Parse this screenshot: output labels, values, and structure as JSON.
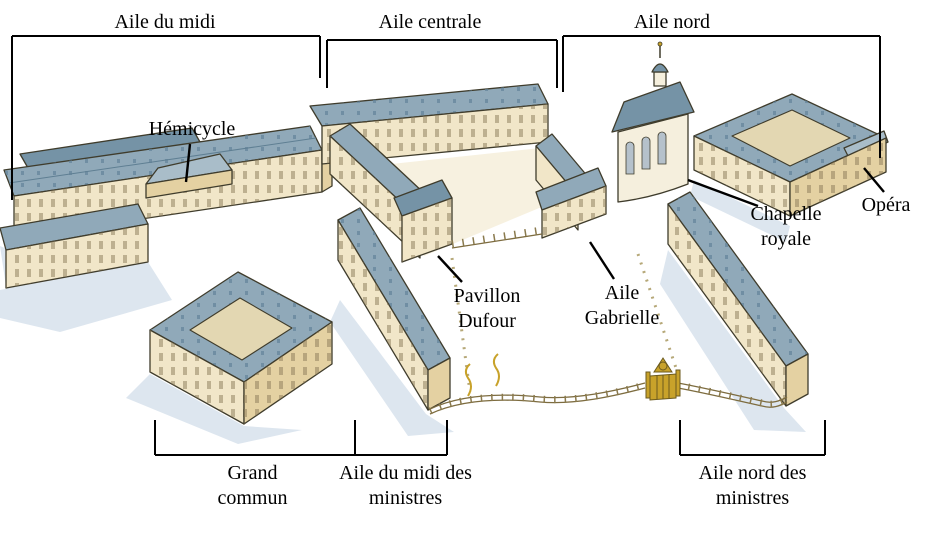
{
  "labels": {
    "aile_du_midi": "Aile du midi",
    "aile_centrale": "Aile centrale",
    "aile_nord": "Aile nord",
    "hemicycle": "Hémicycle",
    "chapelle_royale": "Chapelle royale",
    "opera": "Opéra",
    "pavillon_dufour": "Pavillon Dufour",
    "aile_gabrielle": "Aile Gabrielle",
    "grand_commun": "Grand commun",
    "aile_du_midi_des_ministres": "Aile du midi des ministres",
    "aile_nord_des_ministres": "Aile nord des ministres"
  },
  "colors": {
    "background": "#ffffff",
    "facade": "#f1e6c8",
    "facade_shaded": "#e4d1a2",
    "roof": "#90a9b9",
    "roof_dark": "#7593a6",
    "outline": "#3f3c2c",
    "cast_shadow": "#dde6ef",
    "gate_gold": "#c8a22a",
    "label_text": "#000000"
  }
}
